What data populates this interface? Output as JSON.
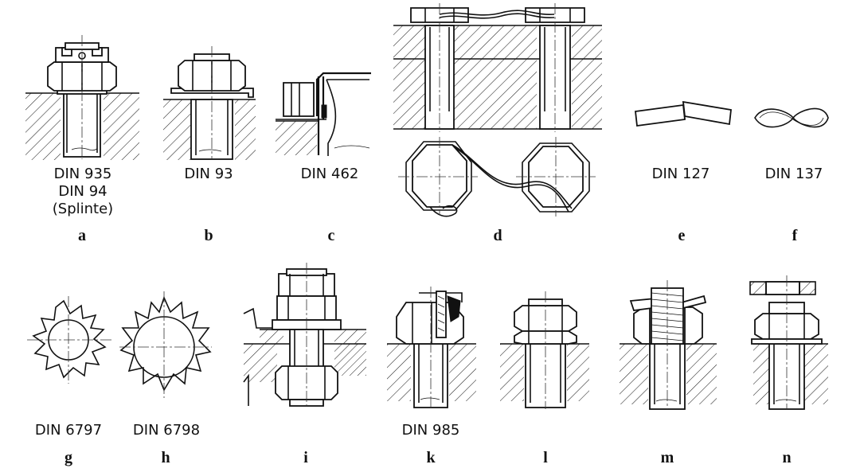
{
  "captions": {
    "a": [
      "DIN 935",
      "DIN 94",
      "(Splinte)"
    ],
    "b": [
      "DIN 93"
    ],
    "c": [
      "DIN 462"
    ],
    "e": [
      "DIN 127"
    ],
    "f": [
      "DIN 137"
    ],
    "g": [
      "DIN 6797"
    ],
    "h": [
      "DIN 6798"
    ],
    "k": [
      "DIN 985"
    ]
  },
  "letters": [
    "a",
    "b",
    "c",
    "d",
    "e",
    "f",
    "g",
    "h",
    "i",
    "k",
    "l",
    "m",
    "n"
  ]
}
